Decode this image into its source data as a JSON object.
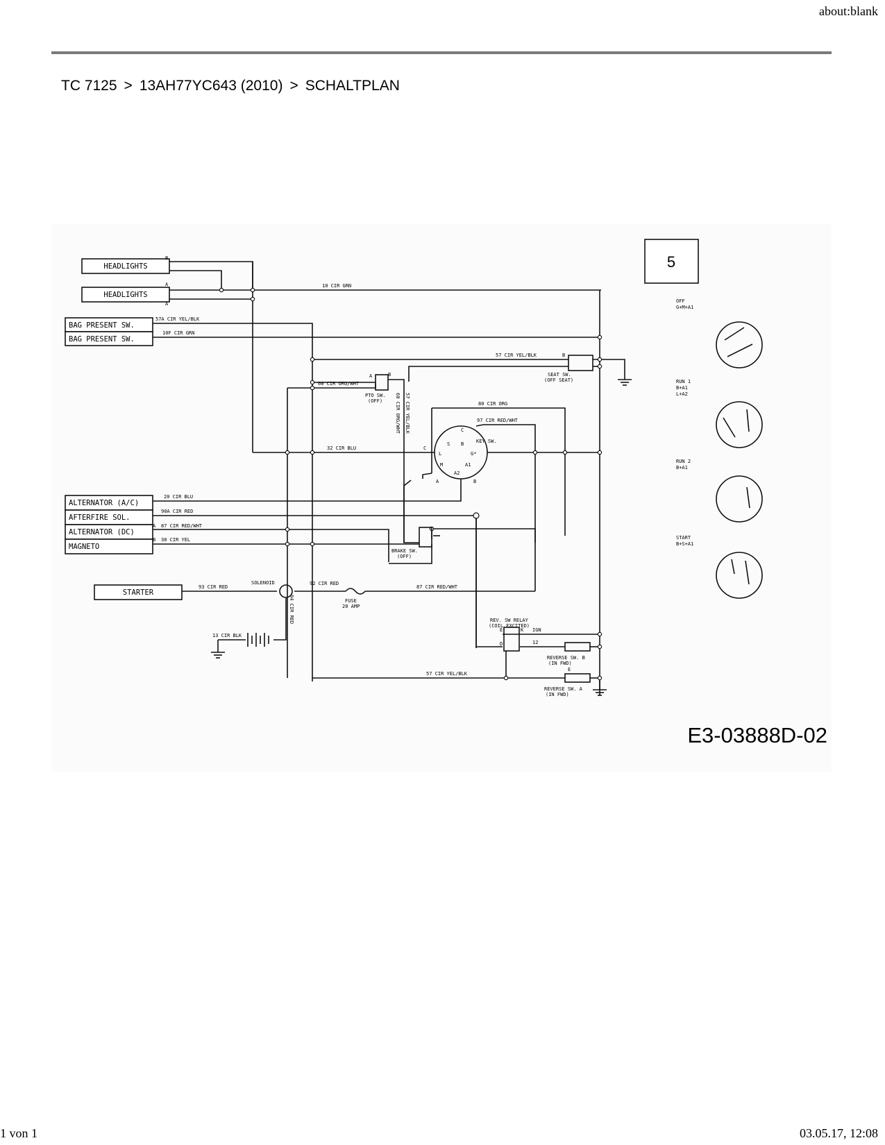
{
  "browser": {
    "url": "about:blank",
    "page_count": "1 von 1",
    "datetime": "03.05.17, 12:08"
  },
  "breadcrumb": {
    "model": "TC 7125",
    "part": "13AH77YC643 (2010)",
    "section": "SCHALTPLAN",
    "separator": ">"
  },
  "diagram": {
    "page_number": "5",
    "drawing_number": "E3-03888D-02",
    "components": {
      "headlights_1": "HEADLIGHTS",
      "headlights_2": "HEADLIGHTS",
      "bag_sw_1": "BAG PRESENT SW.",
      "bag_sw_2": "BAG PRESENT SW.",
      "alternator_ac": "ALTERNATOR (A/C)",
      "afterfire": "AFTERFIRE SOL.",
      "alternator_dc": "ALTERNATOR (DC)",
      "magneto": "MAGNETO",
      "starter": "STARTER"
    },
    "wire_labels": {
      "w10": "10 CIR GRN",
      "w57a": "57A CIR YEL/BLK",
      "w10f": "10F CIR GRN",
      "w57": "57 CIR YEL/BLK",
      "w60": "60 CIR ORG/WHT",
      "w60v": "60 CIR ORG/WHT",
      "w57v": "57 CIR YEL/BLK",
      "w80": "80 CIR ORG",
      "w97": "97 CIR RED/WHT",
      "w32": "32 CIR BLU",
      "w20": "20 CIR BLU",
      "w90a": "90A CIR RED",
      "w87": "87 CIR RED/WHT",
      "w30": "30 CIR YEL",
      "w93": "93 CIR RED",
      "w92": "92 CIR RED",
      "w87b": "87 CIR RED/WHT",
      "w94": "94 CIR RED",
      "w13": "13 CIR BLK",
      "w57b": "57 CIR YEL/BLK",
      "w12": "12",
      "ign": "IGN"
    },
    "switch_labels": {
      "seat_sw": "SEAT SW.",
      "seat_state": "(OFF SEAT)",
      "pto_sw": "PTO SW.",
      "pto_state": "(OFF)",
      "key_sw": "KEY SW.",
      "brake_sw": "BRAKE SW.",
      "brake_state": "(OFF)",
      "solenoid": "SOLENOID",
      "fuse": "FUSE",
      "fuse_rating": "20 AMP",
      "relay": "REV. SW RELAY",
      "relay_state": "(COIL EXCITED)",
      "rev_b": "REVERSE SW. B",
      "rev_b_state": "(IN FWD)",
      "rev_a": "REVERSE SW. A",
      "rev_a_state": "(IN FWD)"
    },
    "terminals": {
      "a": "A",
      "b": "B",
      "c": "C",
      "s": "S",
      "l": "L",
      "m": "M",
      "g": "G*",
      "a1": "A1",
      "a2": "A2",
      "b1": "B",
      "a_ter": "A",
      "b_ter": "B",
      "c_ter": "C",
      "e": "E",
      "k": "K",
      "d": "D"
    },
    "key_positions": [
      {
        "name": "OFF",
        "circuit": "G+M+A1"
      },
      {
        "name": "RUN 1",
        "circuit": "B+A1",
        "circuit2": "L+A2"
      },
      {
        "name": "RUN 2",
        "circuit": "B+A1"
      },
      {
        "name": "START",
        "circuit": "B+S+A1"
      }
    ]
  }
}
